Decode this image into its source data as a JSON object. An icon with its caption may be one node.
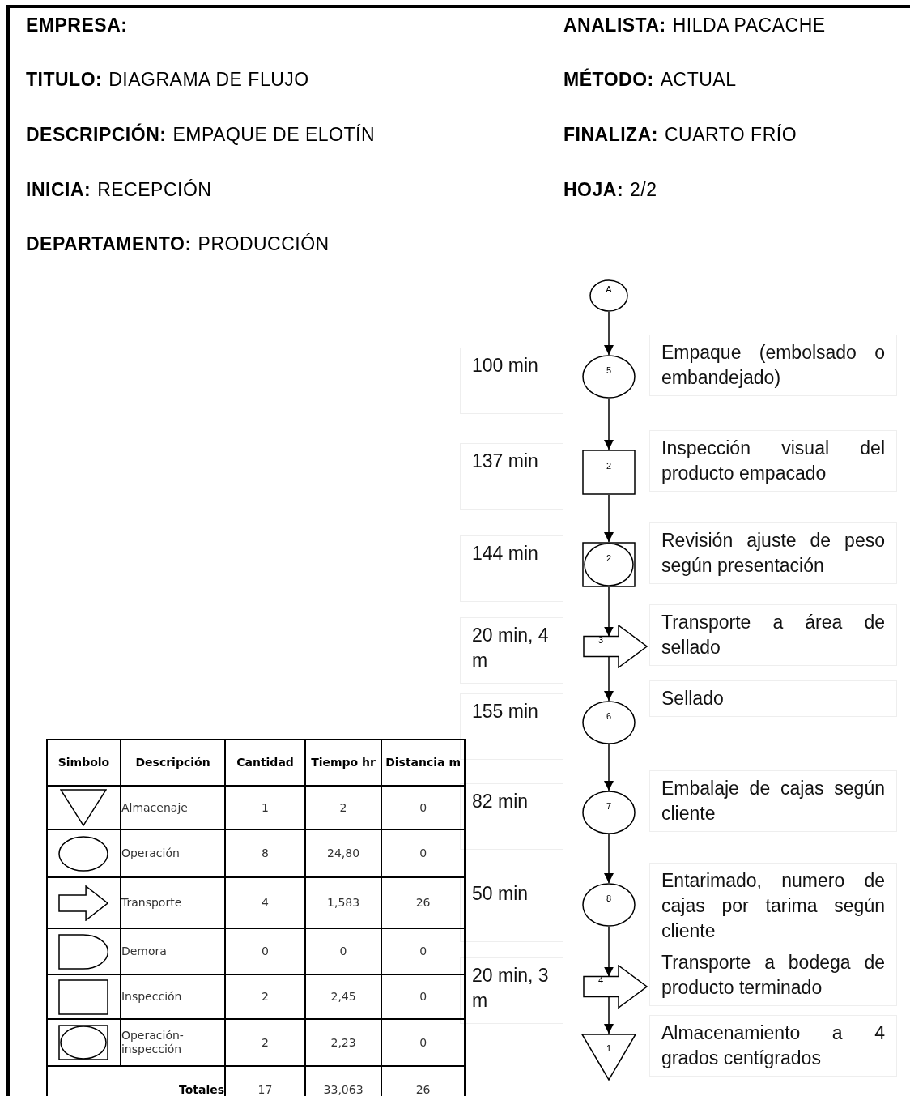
{
  "diagram": {
    "nodes": [
      {
        "text": [
          "A"
        ]
      },
      {
        "text": [
          "5"
        ],
        "beside": [
          "100 min",
          "Empaque (embolsado o embandejado)"
        ]
      },
      {
        "text": [
          "2"
        ],
        "beside": [
          "137 min",
          "Inspección visual del producto empacado"
        ]
      },
      {
        "text": [
          "2"
        ],
        "beside": [
          "144 min",
          "Revisión ajuste de peso según presentación"
        ]
      },
      {
        "text": [
          "3"
        ],
        "beside": [
          "20 min, 4 m",
          "Transporte a área de sellado"
        ]
      },
      {
        "text": [
          "6"
        ],
        "beside": [
          "155 min",
          "Sellado"
        ]
      },
      {
        "text": [
          "7"
        ],
        "beside": [
          "82 min",
          "Embalaje de cajas según cliente"
        ]
      },
      {
        "text": [
          "8"
        ],
        "beside": [
          "50 min",
          "Entarimado, numero de cajas por tarima según cliente"
        ]
      },
      {
        "text": [
          "4"
        ],
        "beside": [
          "20 min, 3 m",
          "Transporte a bodega de producto terminado"
        ]
      },
      {
        "text": [
          "1"
        ],
        "beside": [
          "Almacenamiento a 4 grados centígrados"
        ]
      }
    ],
    "edges": [
      {
        "from": 0,
        "to": 1,
        "arrow": "to"
      },
      {
        "from": 1,
        "to": 2,
        "arrow": "to"
      },
      {
        "from": 2,
        "to": 3,
        "arrow": "to"
      },
      {
        "from": 3,
        "to": 4,
        "arrow": "to"
      },
      {
        "from": 4,
        "to": 5,
        "arrow": "to"
      },
      {
        "from": 5,
        "to": 6,
        "arrow": "to"
      },
      {
        "from": 6,
        "to": 7,
        "arrow": "to"
      },
      {
        "from": 7,
        "to": 8,
        "arrow": "to"
      },
      {
        "from": 8,
        "to": 9,
        "arrow": "to"
      }
    ],
    "labels": [
      "EMPRESA:",
      "ANALISTA:",
      "HILDA PACACHE",
      "TITULO:",
      "DIAGRAMA DE FLUJO",
      "MÉTODO:",
      "ACTUAL",
      "DESCRIPCIÓN:",
      "EMPAQUE DE ELOTÍN",
      "FINALIZA:",
      "CUARTO FRÍO",
      "INICIA:",
      "RECEPCIÓN",
      "HOJA:",
      "2/2",
      "DEPARTAMENTO:",
      "PRODUCCIÓN",
      "Simbolo",
      "Descripción",
      "Cantidad",
      "Tiempo hr",
      "Distancia m",
      "Almacenaje",
      "1",
      "2",
      "0",
      "Operación",
      "8",
      "24,80",
      "0",
      "Transporte",
      "4",
      "1,583",
      "26",
      "Demora",
      "0",
      "0",
      "0",
      "Inspección",
      "2",
      "2,45",
      "0",
      "Operación- inspección",
      "2",
      "2,23",
      "0",
      "Totales",
      "17",
      "33,063",
      "26"
    ]
  }
}
